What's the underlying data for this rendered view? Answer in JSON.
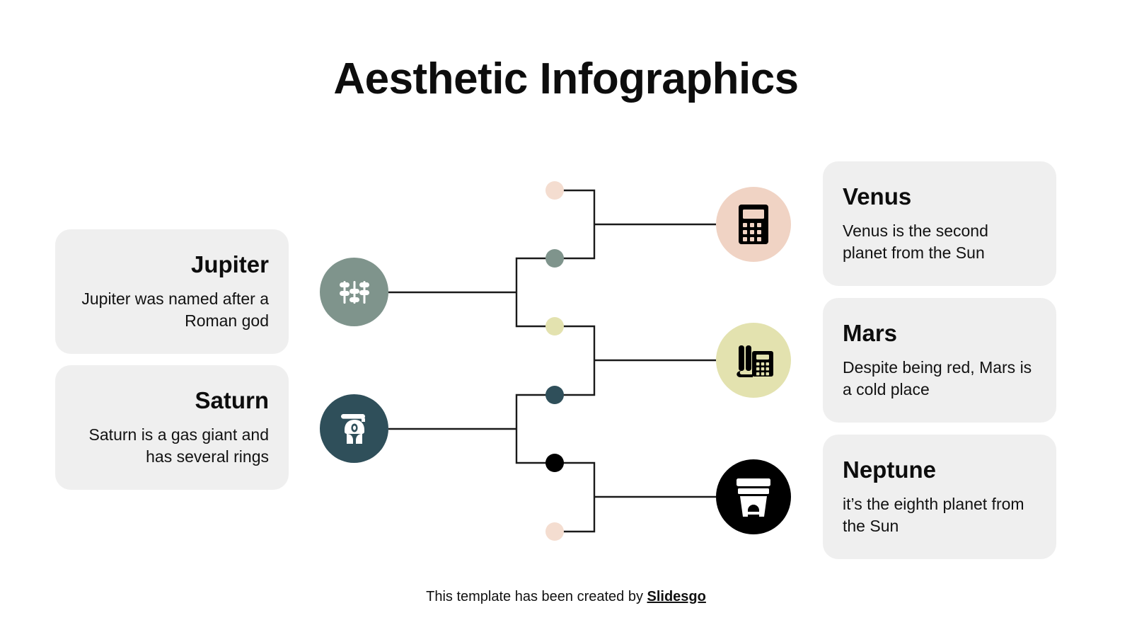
{
  "title": "Aesthetic Infographics",
  "colors": {
    "background": "#ffffff",
    "card_bg": "#efefef",
    "text": "#0d0d0d",
    "line": "#1a1a1a",
    "sage": "#7f948c",
    "deep_teal": "#2f4f5a",
    "blush": "#f0d3c4",
    "blush_dot": "#f4ddd0",
    "khaki": "#e3e2af",
    "black": "#000000"
  },
  "left_cards": [
    {
      "id": "jupiter",
      "title": "Jupiter",
      "body": "Jupiter was named after a Roman god",
      "icon": "equalizer-sliders-icon",
      "circle_color": "#7f948c",
      "glyph_color": "#ffffff"
    },
    {
      "id": "saturn",
      "title": "Saturn",
      "body": "Saturn is a gas giant and has several rings",
      "icon": "scooter-icon",
      "circle_color": "#2f4f5a",
      "glyph_color": "#ffffff"
    }
  ],
  "right_cards": [
    {
      "id": "venus",
      "title": "Venus",
      "body": "Venus is the second planet from the Sun",
      "icon": "calculator-icon",
      "circle_color": "#f0d3c4",
      "glyph_color": "#000000"
    },
    {
      "id": "mars",
      "title": "Mars",
      "body": "Despite being red, Mars is a cold place",
      "icon": "desk-phone-icon",
      "circle_color": "#e3e2af",
      "glyph_color": "#000000"
    },
    {
      "id": "neptune",
      "title": "Neptune",
      "body": "it’s the eighth planet from the Sun",
      "icon": "coffee-machine-icon",
      "circle_color": "#000000",
      "glyph_color": "#ffffff"
    }
  ],
  "connector_dots": [
    {
      "index": 0,
      "color": "#f4ddd0",
      "name": "blush"
    },
    {
      "index": 1,
      "color": "#7f948c",
      "name": "sage"
    },
    {
      "index": 2,
      "color": "#e3e2af",
      "name": "khaki"
    },
    {
      "index": 3,
      "color": "#2f4f5a",
      "name": "deep-teal"
    },
    {
      "index": 4,
      "color": "#000000",
      "name": "black"
    },
    {
      "index": 5,
      "color": "#f4ddd0",
      "name": "blush"
    }
  ],
  "footer": {
    "prefix": "This template has been created by ",
    "brand": "Slidesgo"
  }
}
